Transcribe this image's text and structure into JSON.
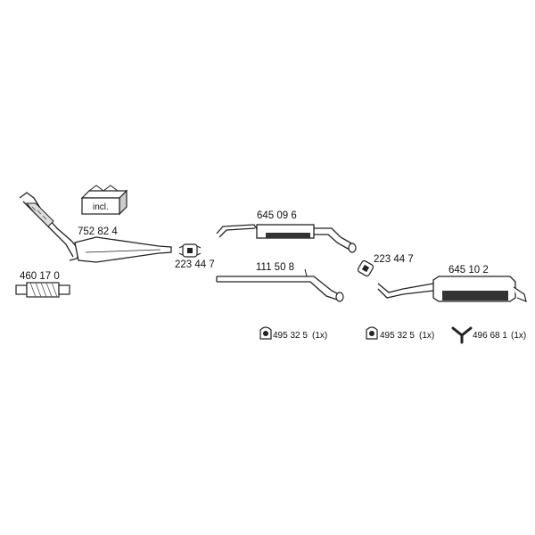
{
  "parts": {
    "front_pipe_catalyst": {
      "number": "752 82 4",
      "icon": "front-pipe-catalyst-icon"
    },
    "incl_box": {
      "label": "incl.",
      "icon": "mounting-kit-box-icon"
    },
    "flexible_pipe": {
      "number": "460 17 0",
      "icon": "flexible-pipe-icon"
    },
    "clamp_1": {
      "number": "223 44 7",
      "icon": "clamp-icon"
    },
    "middle_silencer": {
      "number": "645 09 6",
      "icon": "middle-silencer-icon"
    },
    "intermediate_pipe": {
      "number": "111 50 8",
      "icon": "intermediate-pipe-icon"
    },
    "clamp_2": {
      "number": "223 44 7",
      "icon": "clamp-icon"
    },
    "rear_silencer": {
      "number": "645 10 2",
      "icon": "rear-silencer-icon"
    }
  },
  "accessories": [
    {
      "number": "495 32 5",
      "qty": "(1x)",
      "icon": "rubber-mount-icon"
    },
    {
      "number": "495 32 5",
      "qty": "(1x)",
      "icon": "rubber-mount-icon"
    },
    {
      "number": "496 68 1",
      "qty": "(1x)",
      "icon": "y-hanger-icon"
    }
  ],
  "colors": {
    "line": "#222222",
    "fill": "#ffffff",
    "dark_band": "#333333"
  }
}
